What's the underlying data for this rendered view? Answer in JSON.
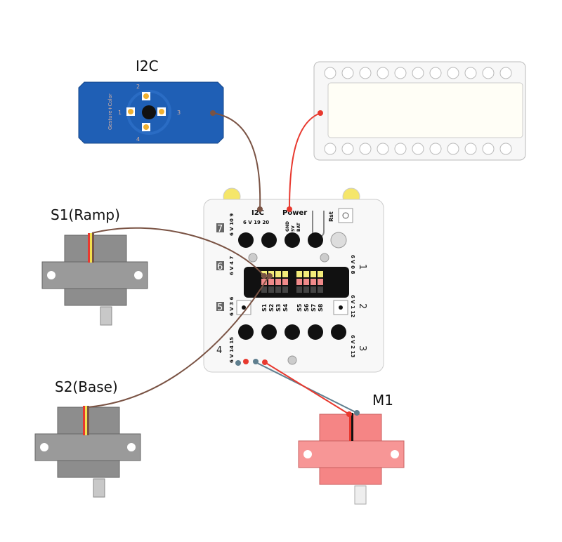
{
  "labels": {
    "i2c_sensor": "I2C",
    "servo1": "S1(Ramp)",
    "servo2": "S2(Base)",
    "motor": "M1"
  },
  "sensor": {
    "name": "Gesture+Color",
    "pads": [
      "1",
      "2",
      "3",
      "4"
    ]
  },
  "board": {
    "i2c": "I2C",
    "i2c_pins": "6 V 19 20",
    "power": "Power",
    "power_pins": [
      "GND",
      "5V",
      "BAT"
    ],
    "rst": "Rst",
    "ports": [
      {
        "num": "1",
        "pins": "6 V 0 8"
      },
      {
        "num": "2",
        "pins": "6 V 1 12"
      },
      {
        "num": "3",
        "pins": "6 V 2 13"
      },
      {
        "num": "4",
        "pins": "6 V 14 15"
      },
      {
        "num": "5",
        "pins": "6 V 3 6"
      },
      {
        "num": "6",
        "pins": "6 V 4 7"
      },
      {
        "num": "7",
        "pins": "6 V 10 9"
      }
    ],
    "servo_ports": [
      "S1",
      "S2",
      "S3",
      "S4",
      "S5",
      "S6",
      "S7",
      "S8"
    ]
  },
  "colors": {
    "wire_brown": "#7a5344",
    "wire_red": "#e8392f",
    "wire_gray": "#5f7f8f",
    "sensor_blue": "#1f5fb5",
    "servo_gray": "#8a8a8a",
    "motor_pink": "#f58585"
  }
}
